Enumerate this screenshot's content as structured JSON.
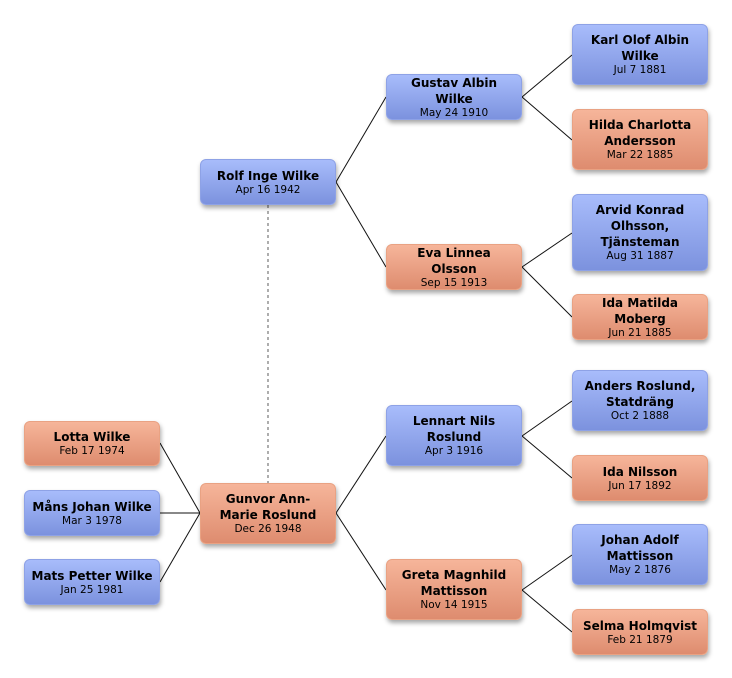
{
  "people": {
    "rolf": {
      "name": "Rolf Inge Wilke",
      "date": "Apr 16 1942",
      "gender": "male"
    },
    "gunvor": {
      "name": "Gunvor Ann-Marie Roslund",
      "date": "Dec 26 1948",
      "gender": "female"
    },
    "lotta": {
      "name": "Lotta Wilke",
      "date": "Feb 17 1974",
      "gender": "female"
    },
    "mans": {
      "name": "Måns Johan Wilke",
      "date": "Mar 3 1978",
      "gender": "male"
    },
    "mats": {
      "name": "Mats Petter Wilke",
      "date": "Jan 25 1981",
      "gender": "male"
    },
    "gustav": {
      "name": "Gustav Albin Wilke",
      "date": "May 24 1910",
      "gender": "male"
    },
    "eva": {
      "name": "Eva Linnea Olsson",
      "date": "Sep 15 1913",
      "gender": "female"
    },
    "lennart": {
      "name": "Lennart Nils Roslund",
      "date": "Apr 3 1916",
      "gender": "male"
    },
    "greta": {
      "name": "Greta Magnhild Mattisson",
      "date": "Nov 14 1915",
      "gender": "female"
    },
    "karl": {
      "name": "Karl Olof Albin Wilke",
      "date": "Jul 7 1881",
      "gender": "male"
    },
    "hilda": {
      "name": "Hilda Charlotta Andersson",
      "date": "Mar 22 1885",
      "gender": "female"
    },
    "arvid": {
      "name": "Arvid Konrad Olhsson, Tjänsteman",
      "date": "Aug 31 1887",
      "gender": "male"
    },
    "ida_m": {
      "name": "Ida Matilda Moberg",
      "date": "Jun 21 1885",
      "gender": "female"
    },
    "anders": {
      "name": "Anders Roslund, Statdräng",
      "date": "Oct 2 1888",
      "gender": "male"
    },
    "ida_n": {
      "name": "Ida Nilsson",
      "date": "Jun 17 1892",
      "gender": "female"
    },
    "johan": {
      "name": "Johan Adolf Mattisson",
      "date": "May 2 1876",
      "gender": "male"
    },
    "selma": {
      "name": "Selma Holmqvist",
      "date": "Feb 21 1879",
      "gender": "female"
    }
  },
  "colors": {
    "male": "#8fa3ec",
    "female": "#ea9c80",
    "line": "#111111",
    "spouse_line": "#888888"
  }
}
